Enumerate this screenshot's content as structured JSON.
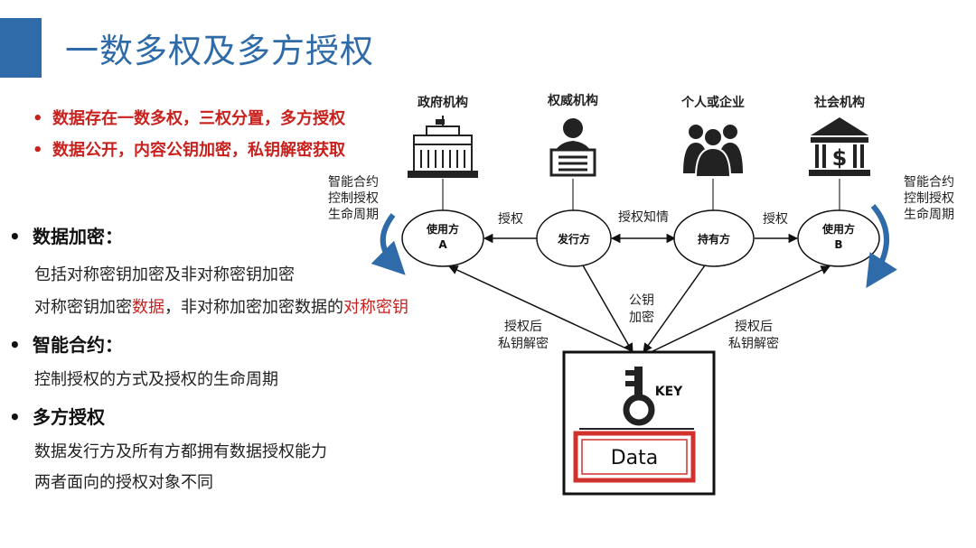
{
  "title": "一数多权及多方授权",
  "bullets_red": [
    "数据存在一数多权，三权分置，多方授权",
    "数据公开，内容公钥加密，私钥解密获取"
  ],
  "sections": [
    {
      "heading": "数据加密：",
      "lines": [
        "包括对称密钥加密及非对称密钥加密"
      ],
      "mixed_line": {
        "p1": "对称密钥加密",
        "r1": "数据",
        "p2": "，非对称加密加密数据的",
        "r2": "对称密钥"
      }
    },
    {
      "heading": "智能合约：",
      "lines": [
        "控制授权的方式及授权的生命周期"
      ]
    },
    {
      "heading": "多方授权",
      "lines": [
        "数据发行方及所有方都拥有数据授权能力",
        "两者面向的授权对象不同"
      ]
    }
  ],
  "diagram": {
    "entities": [
      "政府机构",
      "权威机构",
      "个人或企业",
      "社会机构"
    ],
    "nodes": {
      "user_a": [
        "使用方",
        "A"
      ],
      "issuer": "发行方",
      "holder": "持有方",
      "user_b": [
        "使用方",
        "B"
      ]
    },
    "edge_labels": {
      "authorize_left": "授权",
      "authorize_notify": "授权知情",
      "authorize_right": "授权",
      "public_key": [
        "公钥",
        "加密"
      ],
      "after_auth_left": [
        "授权后",
        "私钥解密"
      ],
      "after_auth_right": [
        "授权后",
        "私钥解密"
      ]
    },
    "contract_left": [
      "智能合约",
      "控制授权",
      "生命周期"
    ],
    "contract_right": [
      "智能合约",
      "控制授权",
      "生命周期"
    ],
    "key_label": "KEY",
    "data_label": "Data",
    "colors": {
      "accent_blue": "#2e6ba8",
      "red": "#c9211e",
      "data_red": "#d0312d"
    }
  }
}
